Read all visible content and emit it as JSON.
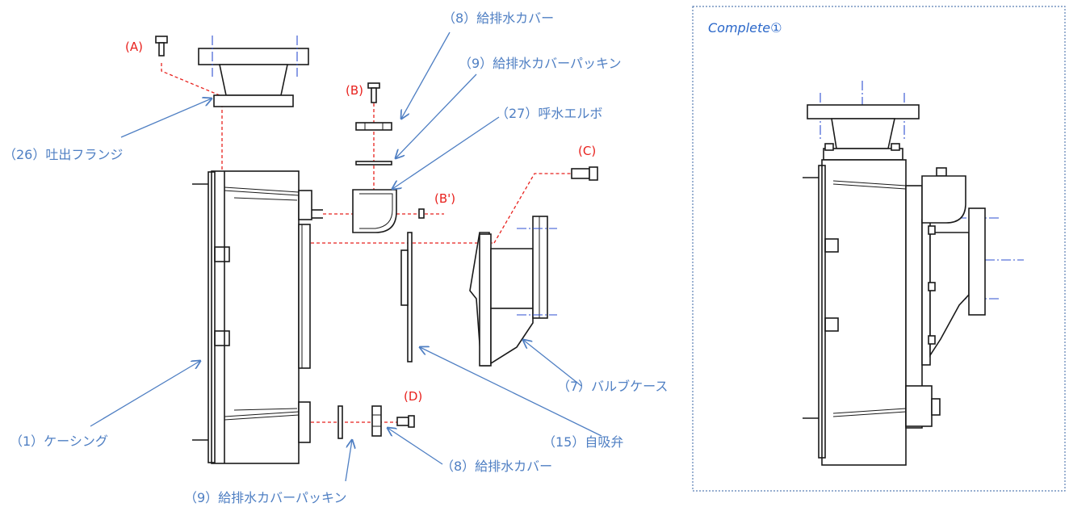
{
  "colors": {
    "label_blue": "#4f7fc3",
    "ref_red": "#e8221e",
    "centerline_blue": "#2e4fd0",
    "outline": "#1a1a1a"
  },
  "parts": {
    "casing": "（1）ケーシング",
    "valve_case": "（7）バルブケース",
    "supply_cover_top": "（8）給排水カバー",
    "supply_cover_bottom": "（8）給排水カバー",
    "cover_packing_top": "（9）給排水カバーパッキン",
    "cover_packing_bottom": "（9）給排水カバーパッキン",
    "self_priming_valve": "（15）自吸弁",
    "discharge_flange": "（26）吐出フランジ",
    "priming_elbow": "（27）呼水エルボ"
  },
  "refs": {
    "a": "(A)",
    "b": "(B)",
    "b_prime": "(B')",
    "c": "(C)",
    "d": "(D)"
  },
  "complete_panel": {
    "title": "Complete①"
  }
}
